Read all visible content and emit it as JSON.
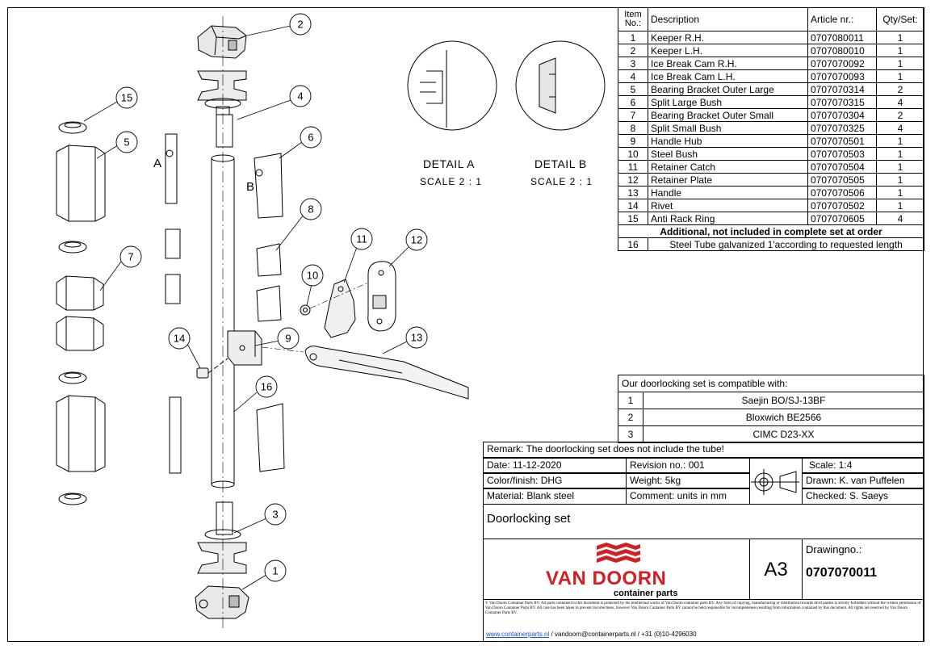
{
  "parts_table": {
    "headers": {
      "item": "Item No.:",
      "description": "Description",
      "article": "Article nr.:",
      "qty": "Qty/Set:"
    },
    "rows": [
      {
        "item": "1",
        "description": "Keeper R.H.",
        "article": "0707080011",
        "qty": "1"
      },
      {
        "item": "2",
        "description": "Keeper L.H.",
        "article": "0707080010",
        "qty": "1"
      },
      {
        "item": "3",
        "description": "Ice Break Cam R.H.",
        "article": "0707070092",
        "qty": "1"
      },
      {
        "item": "4",
        "description": "Ice Break Cam L.H.",
        "article": "0707070093",
        "qty": "1"
      },
      {
        "item": "5",
        "description": "Bearing Bracket Outer Large",
        "article": "0707070314",
        "qty": "2"
      },
      {
        "item": "6",
        "description": "Split Large Bush",
        "article": "0707070315",
        "qty": "4"
      },
      {
        "item": "7",
        "description": "Bearing Bracket Outer Small",
        "article": "0707070304",
        "qty": "2"
      },
      {
        "item": "8",
        "description": "Split Small Bush",
        "article": "0707070325",
        "qty": "4"
      },
      {
        "item": "9",
        "description": "Handle Hub",
        "article": "0707070501",
        "qty": "1"
      },
      {
        "item": "10",
        "description": "Steel Bush",
        "article": "0707070503",
        "qty": "1"
      },
      {
        "item": "11",
        "description": "Retainer Catch",
        "article": "0707070504",
        "qty": "1"
      },
      {
        "item": "12",
        "description": "Retainer Plate",
        "article": "0707070505",
        "qty": "1"
      },
      {
        "item": "13",
        "description": "Handle",
        "article": "0707070506",
        "qty": "1"
      },
      {
        "item": "14",
        "description": "Rivet",
        "article": "0707070502",
        "qty": "1"
      },
      {
        "item": "15",
        "description": "Anti Rack Ring",
        "article": "0707070605",
        "qty": "4"
      }
    ],
    "additional_heading": "Additional, not included in complete set at order",
    "additional": {
      "item": "16",
      "text": "Steel Tube galvanized 1'according to requested length"
    }
  },
  "compat": {
    "heading": "Our doorlocking set is compatible with:",
    "rows": [
      {
        "n": "1",
        "v": "Saejin BO/SJ-13BF"
      },
      {
        "n": "2",
        "v": "Bloxwich BE2566"
      },
      {
        "n": "3",
        "v": "CIMC D23-XX"
      }
    ]
  },
  "title_block": {
    "remark": "Remark: The doorlocking set does not include the tube!",
    "date": "Date:  11-12-2020",
    "color": "Color/finish: DHG",
    "material": "Material: Blank steel",
    "revision": "Revision no.: 001",
    "weight": "Weight: 5kg",
    "comment": "Comment: units in mm",
    "scale": "Scale: 1:4",
    "drawn": "Drawn: K. van Puffelen",
    "checked": "Checked: S. Saeys",
    "name": "Doorlocking set",
    "size": "A3",
    "drawingno_label": "Drawingno.:",
    "drawingno": "0707070011",
    "logo_main": "VAN DOORN",
    "logo_sub": "container parts",
    "disclaimer": "© Van Doorn Container Parts BV. All parts contained in this document is protected by the intellectual works of Van Doorn container parts BV. Any form of copying, manufacturing or distribution towards third parties is strictly forbidden without the written permission of Van Doorn Container Parts BV. All care has been taken to prevent incorrectness, however Van Doorn Container Parts BV cannot be held responsible for incompleteness resulting from information contained by this document. All rights are reserved by Van Doorn Container Parts BV.",
    "website": "www.containerparts.nl",
    "contact_rest": "/ vandoorn@containerparts.nl / +31 (0)10-4296030"
  },
  "details": {
    "a_title": "DETAIL A",
    "a_scale": "SCALE 2 : 1",
    "b_title": "DETAIL B",
    "b_scale": "SCALE 2 : 1",
    "label_a": "A",
    "label_b": "B"
  },
  "callouts": [
    "1",
    "2",
    "3",
    "4",
    "5",
    "6",
    "7",
    "8",
    "9",
    "10",
    "11",
    "12",
    "13",
    "14",
    "15",
    "16"
  ],
  "colors": {
    "brand_red": "#d21e24",
    "link_blue": "#1a4fd8"
  }
}
